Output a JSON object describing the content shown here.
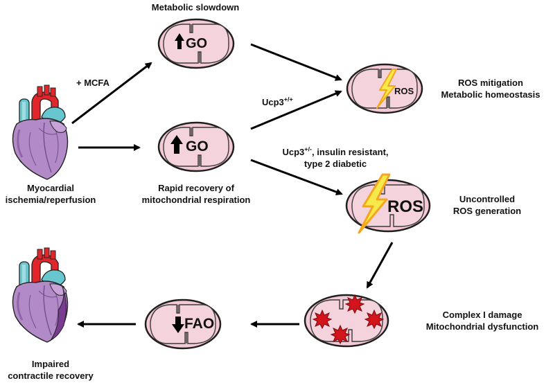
{
  "title": "Metabolic slowdown",
  "inputs": {
    "ischemia": "Myocardial ischemia/reperfusion",
    "ischemia_line1": "Myocardial",
    "ischemia_line2": "ischemia/reperfusion",
    "mcfa": "+ MCFA"
  },
  "mito_top": {
    "label": "GO",
    "arrow": "up"
  },
  "mito_mid": {
    "label": "GO",
    "arrow": "up",
    "caption_line1": "Rapid recovery of",
    "caption_line2": "mitochondrial respiration"
  },
  "ucp_wt": {
    "prefix": "Ucp3",
    "sup": "+/+"
  },
  "ucp_het": {
    "prefix": "Ucp3",
    "sup": "+/-",
    "suffix": ", insulin resistant,",
    "line2": "type 2 diabetic"
  },
  "mito_ros_small": {
    "label": "ROS",
    "outcome_line1": "ROS mitigation",
    "outcome_line2": "Metabolic homeostasis"
  },
  "mito_ros_large": {
    "label": "ROS",
    "outcome_line1": "Uncontrolled",
    "outcome_line2": "ROS generation"
  },
  "mito_damage": {
    "outcome_line1": "Complex I damage",
    "outcome_line2": "Mitochondrial dysfunction"
  },
  "mito_fao": {
    "label": "FAO",
    "arrow": "down"
  },
  "result": {
    "line1": "Impaired",
    "line2": "contractile recovery"
  },
  "colors": {
    "mito_fill": "#f2c9d4",
    "mito_outline": "#1f1f1f",
    "heart_red": "#e0262a",
    "heart_purple": "#b18ac7",
    "vessel_blue": "#68c6cf",
    "bolt_yellow": "#f7e84b",
    "bolt_orange": "#f3a71c",
    "damage_red": "#d4141c"
  }
}
